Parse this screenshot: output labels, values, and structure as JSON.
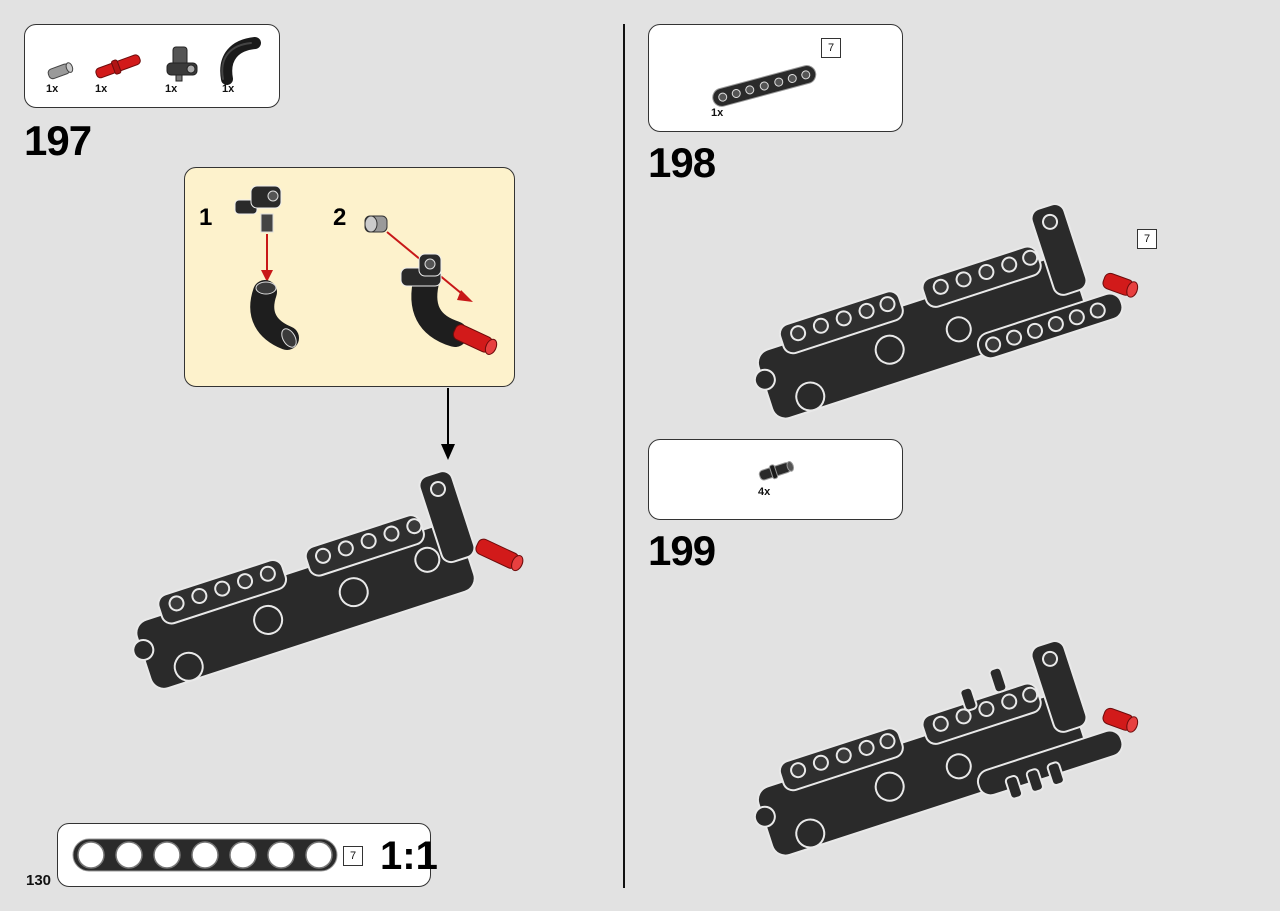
{
  "page_number": "130",
  "scale": {
    "label": "1:1",
    "length_tag": "7",
    "hole_count": 7
  },
  "steps": [
    {
      "number": "197",
      "parts": [
        {
          "qty": "1x",
          "icon": "pin-gray-icon"
        },
        {
          "qty": "1x",
          "icon": "axle-pin-red-icon"
        },
        {
          "qty": "1x",
          "icon": "axle-connector-angled-icon"
        },
        {
          "qty": "1x",
          "icon": "curved-beam-icon"
        }
      ],
      "substeps": [
        "1",
        "2"
      ]
    },
    {
      "number": "198",
      "parts": [
        {
          "qty": "1x",
          "icon": "beam-7-icon",
          "length_tag": "7"
        }
      ],
      "callout_tag": "7"
    },
    {
      "number": "199",
      "parts": [
        {
          "qty": "4x",
          "icon": "pin-black-icon"
        }
      ]
    }
  ],
  "colors": {
    "background": "#e2e2e2",
    "callout": "#fdf2cc",
    "part_black": "#2a2a2a",
    "part_red": "#d21a1a",
    "part_gray": "#9a9a9a"
  }
}
